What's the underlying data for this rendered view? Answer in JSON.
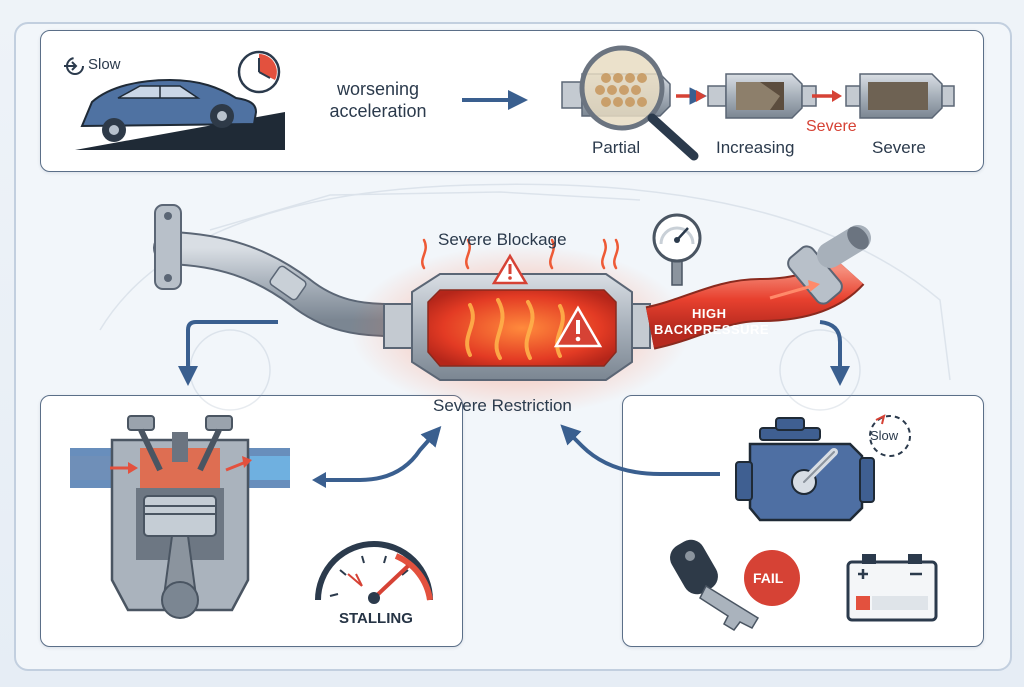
{
  "top": {
    "slow_label": "Slow",
    "worsening_label": "worsening acceleration",
    "stages": [
      "Partial",
      "Increasing",
      "Severe"
    ],
    "severe_highlight": "Severe"
  },
  "center": {
    "blockage_label": "Severe Blockage",
    "restriction_label": "Severe Restriction",
    "pressure_line1": "HIGH",
    "pressure_line2": "BACKPRESSURE"
  },
  "left": {
    "stalling_label": "STALLING"
  },
  "right": {
    "slow_label": "Slow",
    "fail_label": "FAIL"
  },
  "colors": {
    "accent_blue": "#3a5f8f",
    "alert_red": "#d64235",
    "metal": "#a7b0ba",
    "heat": "#ee5a36"
  }
}
